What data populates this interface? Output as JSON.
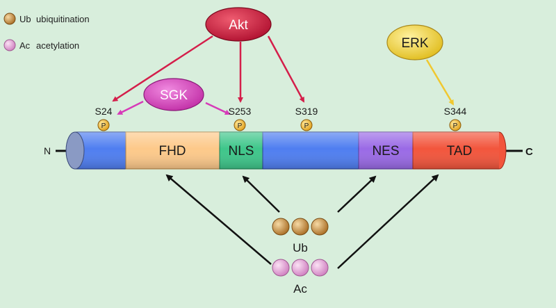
{
  "legend": [
    {
      "abbr": "Ub",
      "text": "ubiquitination",
      "color": "#c8923a"
    },
    {
      "abbr": "Ac",
      "text": "acetylation",
      "color": "#e6a6d8"
    }
  ],
  "kinases": {
    "akt": {
      "label": "Akt",
      "color": "#c8163a"
    },
    "sgk": {
      "label": "SGK",
      "color": "#d63bb8"
    },
    "erk": {
      "label": "ERK",
      "color": "#f0d23a"
    }
  },
  "protein": {
    "n_term": "N",
    "c_term": "C",
    "domains": [
      {
        "key": "fhd",
        "label": "FHD",
        "color": "#fdc98a"
      },
      {
        "key": "nls",
        "label": "NLS",
        "color": "#3ec68a"
      },
      {
        "key": "nes",
        "label": "NES",
        "color": "#9a6ae6"
      },
      {
        "key": "tad",
        "label": "TAD",
        "color": "#f2553c"
      }
    ],
    "linker_color": "#4f7ef0"
  },
  "sites": [
    {
      "key": "s24",
      "label": "S24",
      "p": "P"
    },
    {
      "key": "s253",
      "label": "S253",
      "p": "P"
    },
    {
      "key": "s319",
      "label": "S319",
      "p": "P"
    },
    {
      "key": "s344",
      "label": "S344",
      "p": "P"
    }
  ],
  "modifications": {
    "ub_label": "Ub",
    "ac_label": "Ac"
  }
}
